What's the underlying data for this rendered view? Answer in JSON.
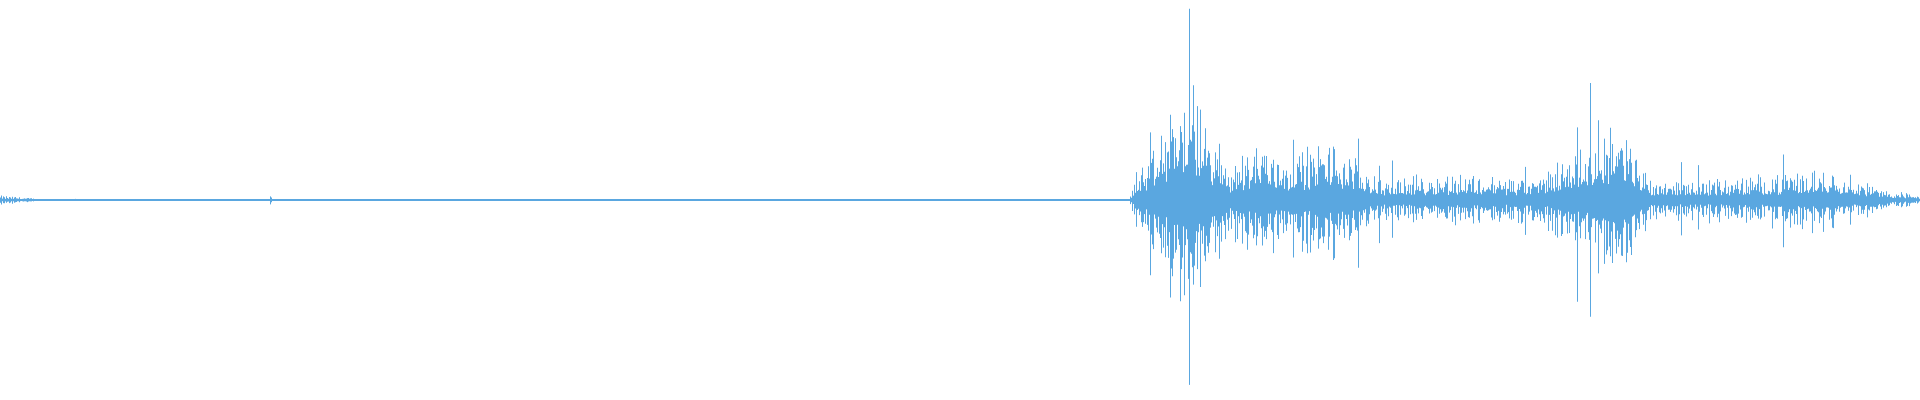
{
  "waveform": {
    "color": "#5aa7e0",
    "background": "#ffffff",
    "duration_fraction_silent": 0.59,
    "envelope": [
      {
        "t": 0.0,
        "amp": 0.025
      },
      {
        "t": 0.01,
        "amp": 0.018
      },
      {
        "t": 0.02,
        "amp": 0.006
      },
      {
        "t": 0.14,
        "amp": 0.004
      },
      {
        "t": 0.141,
        "amp": 0.04
      },
      {
        "t": 0.142,
        "amp": 0.004
      },
      {
        "t": 0.588,
        "amp": 0.004
      },
      {
        "t": 0.592,
        "amp": 0.18
      },
      {
        "t": 0.6,
        "amp": 0.25
      },
      {
        "t": 0.61,
        "amp": 0.55
      },
      {
        "t": 0.62,
        "amp": 0.68
      },
      {
        "t": 0.63,
        "amp": 0.4
      },
      {
        "t": 0.64,
        "amp": 0.2
      },
      {
        "t": 0.655,
        "amp": 0.35
      },
      {
        "t": 0.67,
        "amp": 0.25
      },
      {
        "t": 0.692,
        "amp": 0.34
      },
      {
        "t": 0.72,
        "amp": 0.12
      },
      {
        "t": 0.76,
        "amp": 0.15
      },
      {
        "t": 0.8,
        "amp": 0.12
      },
      {
        "t": 0.84,
        "amp": 0.48
      },
      {
        "t": 0.86,
        "amp": 0.12
      },
      {
        "t": 0.9,
        "amp": 0.12
      },
      {
        "t": 0.955,
        "amp": 0.18
      },
      {
        "t": 0.98,
        "amp": 0.06
      },
      {
        "t": 1.0,
        "amp": 0.03
      }
    ]
  }
}
